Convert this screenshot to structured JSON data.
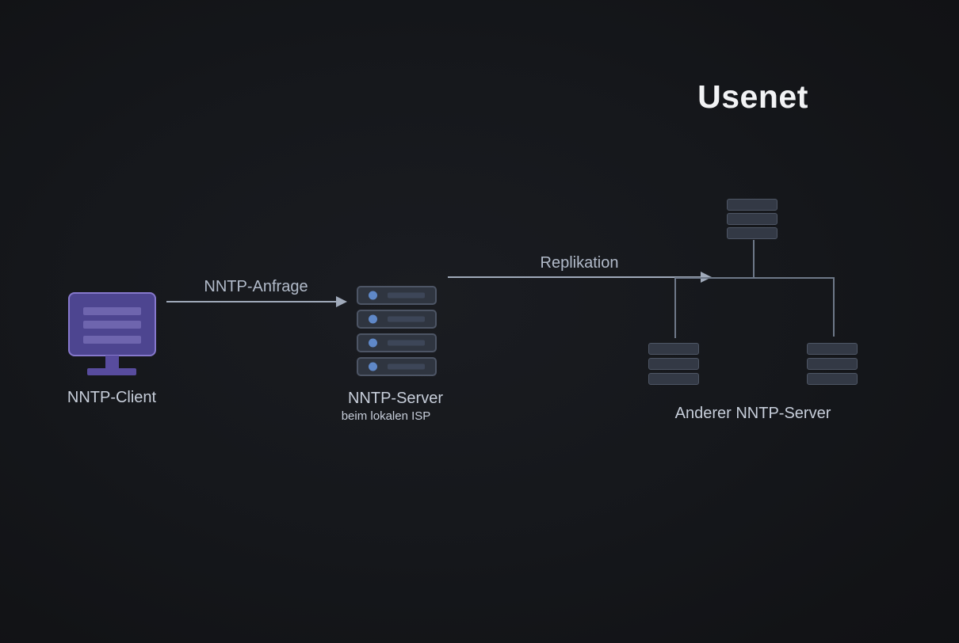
{
  "diagram": {
    "title": "Usenet",
    "nodes": {
      "client": {
        "label": "NNTP-Client"
      },
      "isp_server": {
        "label": "NNTP-Server",
        "sublabel": "beim lokalen ISP"
      },
      "other_servers": {
        "label": "Anderer NNTP-Server"
      }
    },
    "edges": {
      "request": {
        "label": "NNTP-Anfrage"
      },
      "replication": {
        "label": "Replikation"
      }
    },
    "colors": {
      "bg_center": "#1a1c21",
      "bg_edge": "#121316",
      "title": "#f2f3f5",
      "label": "#c7ceda",
      "edge_label": "#b2bbca",
      "arrow": "#a0aaba",
      "connector": "#6e7888",
      "client_fill": "#4d4590",
      "client_border": "#8678cc",
      "client_bars": "#6e65ae",
      "client_stand": "#584c9e",
      "server_fill": "#2f3540",
      "server_border": "#4d5565",
      "server_led": "#5f88c8",
      "server_bar": "#3d4658",
      "rack_fill": "#333945",
      "rack_border": "#4e5665"
    }
  }
}
